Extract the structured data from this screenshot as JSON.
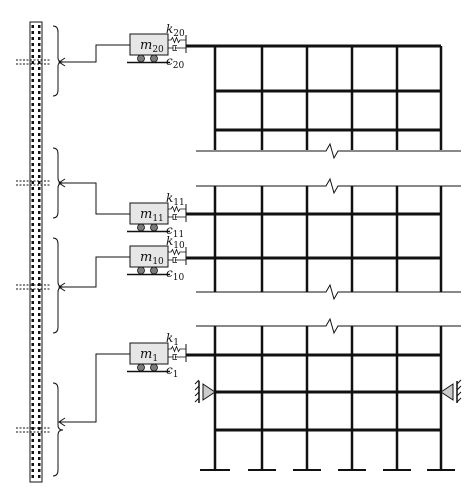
{
  "colors": {
    "ink": "#111111",
    "mass_fill": "#e6e6e6",
    "wheel_fill": "#7a7a7a",
    "background": "#ffffff"
  },
  "diagram": {
    "masses": [
      {
        "id": "m20",
        "mass_symbol": "m",
        "mass_index": "20",
        "spring_symbol": "k",
        "spring_index": "20",
        "damper_symbol": "c",
        "damper_index": "20"
      },
      {
        "id": "m11",
        "mass_symbol": "m",
        "mass_index": "11",
        "spring_symbol": "k",
        "spring_index": "11",
        "damper_symbol": "c",
        "damper_index": "11"
      },
      {
        "id": "m10",
        "mass_symbol": "m",
        "mass_index": "10",
        "spring_symbol": "k",
        "spring_index": "10",
        "damper_symbol": "c",
        "damper_index": "10"
      },
      {
        "id": "m1",
        "mass_symbol": "m",
        "mass_index": "1",
        "spring_symbol": "k",
        "spring_index": "1",
        "damper_symbol": "c",
        "damper_index": "1"
      }
    ]
  }
}
